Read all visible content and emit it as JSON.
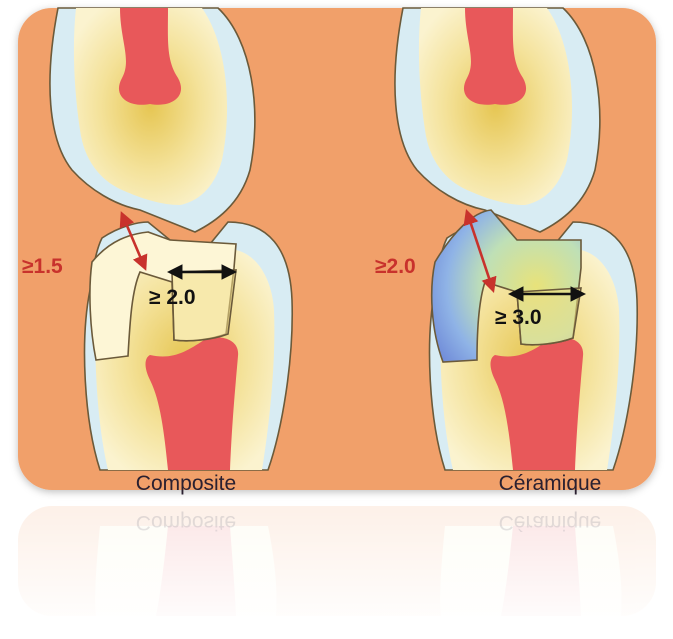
{
  "colors": {
    "background": "#f1a06a",
    "enamel": "#d8ecf3",
    "dentin": "#fbf2c8",
    "dentin_glow": "#ecd36a",
    "pulp": "#e8585a",
    "outline": "#6b5a3a",
    "measure_red": "#c8322c",
    "measure_black": "#111111",
    "ceramic_blue": "#7f9fe0"
  },
  "left": {
    "occlusal_thickness": "≥1.5",
    "isthmus_width": "≥ 2.0",
    "caption": "Composite"
  },
  "right": {
    "occlusal_thickness": "≥2.0",
    "isthmus_width": "≥ 3.0",
    "caption": "Céramique"
  }
}
